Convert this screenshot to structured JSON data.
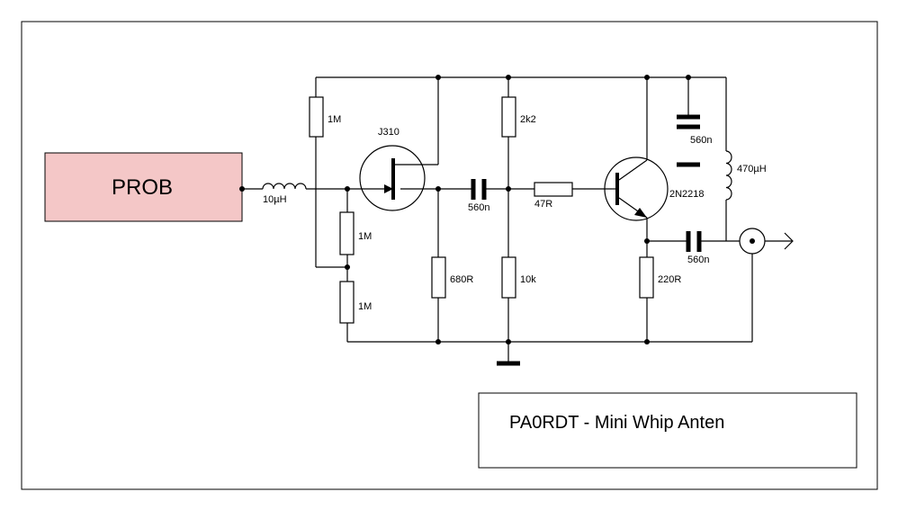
{
  "probe": {
    "label": "PROB",
    "fill": "#f4c7c7"
  },
  "title": "PA0RDT - Mini Whip Anten",
  "components": {
    "L1": "10µH",
    "R1": "1M",
    "R2": "1M",
    "R3": "1M",
    "Q1": "J310",
    "R4": "680R",
    "C1": "560n",
    "R5": "2k2",
    "R6": "10k",
    "R7": "47R",
    "Q2": "2N2218",
    "R8": "220R",
    "C2": "560n",
    "C3": "560n",
    "L2": "470µH"
  }
}
